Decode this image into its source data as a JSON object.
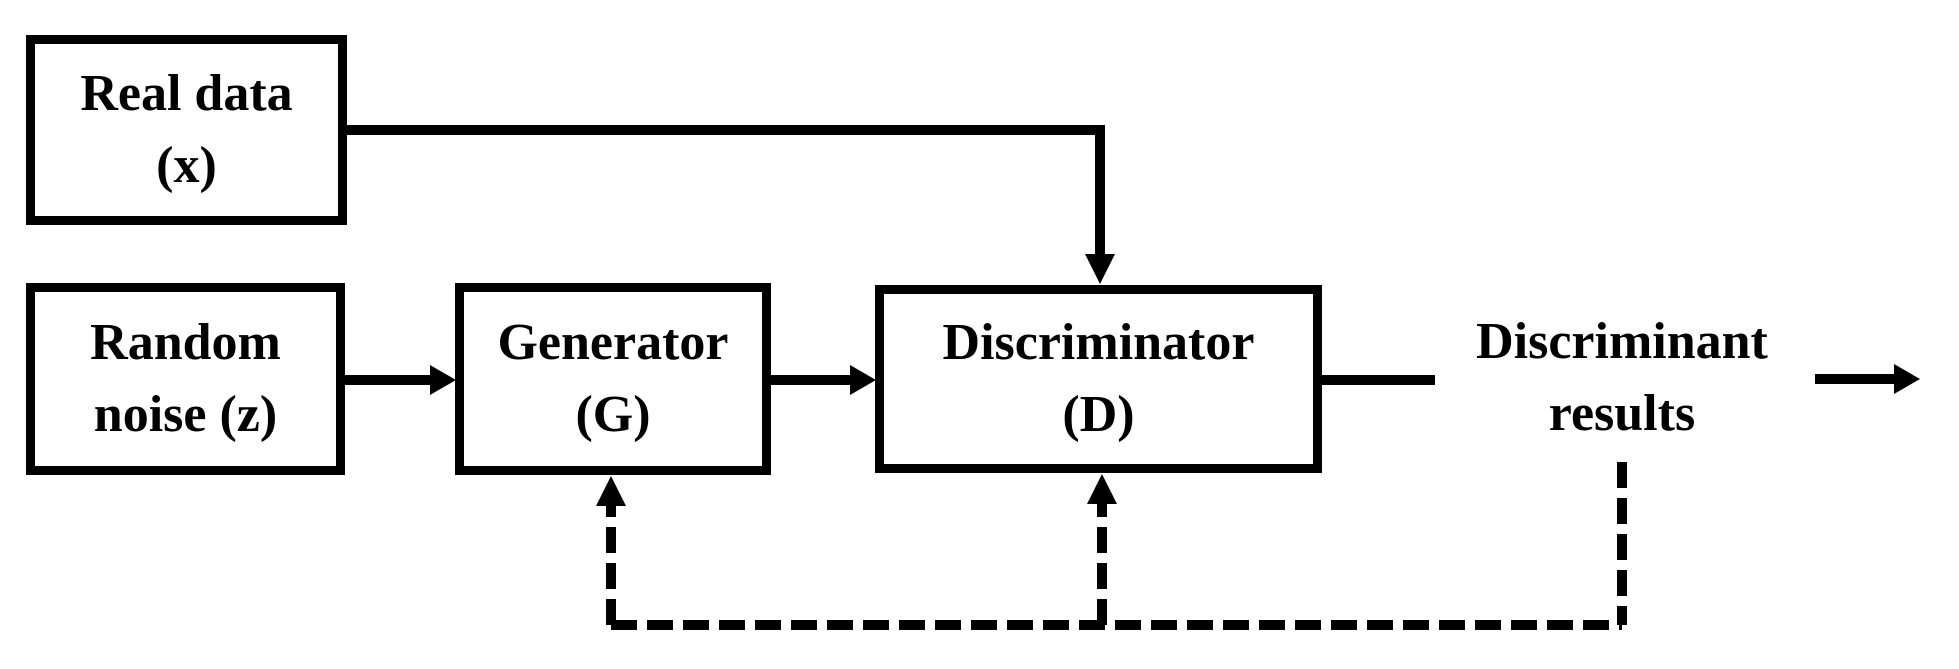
{
  "diagram": {
    "type": "flow-diagram",
    "subject": "GAN training architecture",
    "nodes": {
      "real_data": {
        "line1": "Real data",
        "line2": "(x)"
      },
      "random_noise": {
        "line1": "Random",
        "line2": "noise (z)"
      },
      "generator": {
        "line1": "Generator",
        "line2": "(G)"
      },
      "discriminator": {
        "line1": "Discriminator",
        "line2": "(D)"
      },
      "results": {
        "line1": "Discriminant",
        "line2": "results"
      }
    },
    "connectors": [
      {
        "from": "real_data",
        "to": "discriminator",
        "style": "solid",
        "arrow": true
      },
      {
        "from": "random_noise",
        "to": "generator",
        "style": "solid",
        "arrow": true
      },
      {
        "from": "generator",
        "to": "discriminator",
        "style": "solid",
        "arrow": true
      },
      {
        "from": "discriminator",
        "to": "results",
        "style": "solid",
        "arrow": false
      },
      {
        "from": "results",
        "to": "output",
        "style": "solid",
        "arrow": true
      },
      {
        "from": "results",
        "to": "discriminator",
        "style": "dashed",
        "arrow": true
      },
      {
        "from": "results",
        "to": "generator",
        "style": "dashed",
        "arrow": true
      }
    ],
    "colors": {
      "stroke": "#000000",
      "text": "#000000",
      "background": "#ffffff"
    }
  }
}
